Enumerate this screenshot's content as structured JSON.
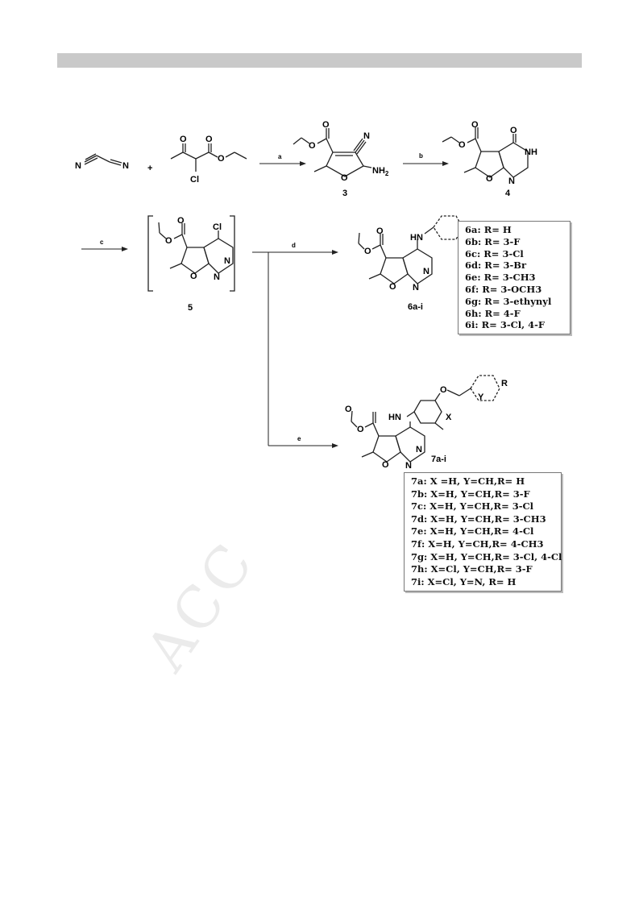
{
  "labels": {
    "reagent_a": "a",
    "reagent_b": "b",
    "reagent_c": "c",
    "reagent_d": "d",
    "reagent_e": "e",
    "plus": "+",
    "compound_3": "3",
    "compound_4": "4",
    "compound_5": "5",
    "compound_6": "6a-i",
    "compound_7": "7a-i"
  },
  "atoms": {
    "N": "N",
    "O": "O",
    "Cl": "Cl",
    "NH": "NH",
    "NH2": "NH",
    "NH2_sub": "2",
    "HN": "HN",
    "R": "R",
    "X": "X",
    "Y": "Y"
  },
  "series_6": [
    "6a: R= H",
    "6b: R= 3-F",
    "6c: R= 3-Cl",
    "6d: R= 3-Br",
    "6e: R= 3-CH3",
    "6f: R= 3-OCH3",
    "6g: R= 3-ethynyl",
    "6h: R= 4-F",
    "6i: R= 3-Cl, 4-F"
  ],
  "series_7": [
    "7a: X =H, Y=CH,R= H",
    "7b: X=H, Y=CH,R= 3-F",
    "7c: X=H, Y=CH,R= 3-Cl",
    "7d: X=H, Y=CH,R= 3-CH3",
    "7e: X=H,  Y=CH,R= 4-Cl",
    "7f: X=H, Y=CH,R= 4-CH3",
    "7g: X=H, Y=CH,R= 3-Cl, 4-Cl",
    "7h: X=Cl, Y=CH,R= 3-F",
    "7i: X=Cl, Y=N, R= H"
  ],
  "watermark": "ACC"
}
